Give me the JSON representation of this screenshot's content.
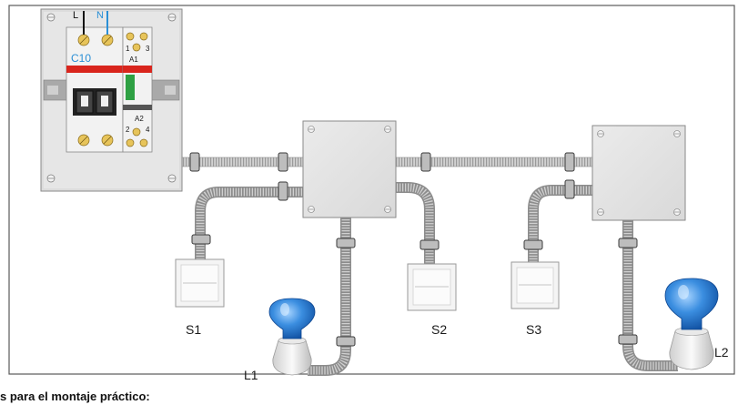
{
  "panel": {
    "wire_L": "L",
    "wire_N": "N",
    "breaker_rating": "C10",
    "terminal_A1": "A1",
    "terminal_A2": "A2",
    "terminal_1": "1",
    "terminal_2": "2",
    "terminal_3": "3",
    "terminal_4": "4"
  },
  "switches": [
    {
      "label": "S1"
    },
    {
      "label": "S2"
    },
    {
      "label": "S3"
    }
  ],
  "lamps": [
    {
      "label": "L1"
    },
    {
      "label": "L2"
    }
  ],
  "caption": "s para el montaje práctico:",
  "colors": {
    "border": "#5a5a5a",
    "panel": "#e4e4e4",
    "conduit": "#c6c6c6",
    "bulb": "#2f7fd6",
    "breaker_red": "#d9251d",
    "indicator_green": "#2ea043",
    "wire_blue": "#2a8fd6"
  }
}
